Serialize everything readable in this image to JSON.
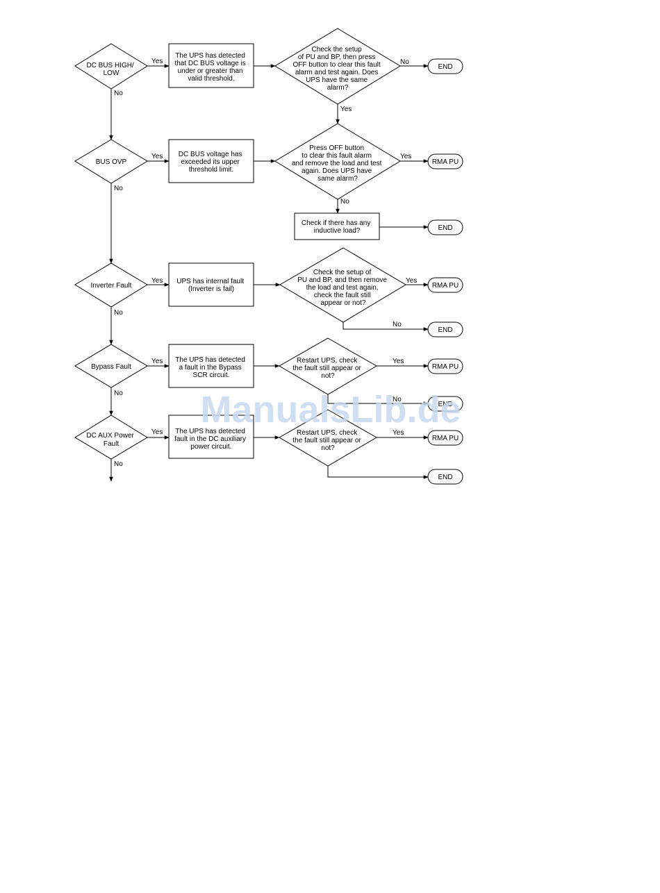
{
  "flowchart": {
    "diamonds": [
      {
        "id": "d1",
        "lines": [
          "DC BUS HIGH/",
          "LOW"
        ]
      },
      {
        "id": "d2",
        "lines": [
          "BUS OVP"
        ]
      },
      {
        "id": "d3",
        "lines": [
          "Inverter Fault"
        ]
      },
      {
        "id": "d4",
        "lines": [
          "Bypass Fault"
        ]
      },
      {
        "id": "d5",
        "lines": [
          "DC AUX Power",
          "Fault"
        ]
      },
      {
        "id": "q1",
        "lines": [
          "Check the setup",
          "of PU and BP, then press",
          "OFF button to clear this fault",
          "alarm and test again. Does",
          "UPS have the same",
          "alarm?"
        ]
      },
      {
        "id": "q2",
        "lines": [
          "Press OFF button",
          "to clear this fault alarm",
          "and remove the load and test",
          "again. Does UPS have",
          "same alarm?"
        ]
      },
      {
        "id": "q3",
        "lines": [
          "Check the setup of",
          "PU and BP, and then remove",
          "the load and test again,",
          "check the fault still",
          "appear or not?"
        ]
      },
      {
        "id": "q4",
        "lines": [
          "Restart UPS, check",
          "the fault still appear or",
          "not?"
        ]
      },
      {
        "id": "q5",
        "lines": [
          "Restart UPS, check",
          "the fault still appear or",
          "not?"
        ]
      }
    ],
    "boxes": [
      {
        "id": "b1",
        "lines": [
          "The UPS has detected",
          "that DC BUS voltage is",
          "under or greater than",
          "valid threshold."
        ]
      },
      {
        "id": "b2",
        "lines": [
          "DC BUS voltage has",
          "exceeded its upper",
          "threshold limit."
        ]
      },
      {
        "id": "b3",
        "lines": [
          "UPS has internal fault",
          "(Inverter is fail)"
        ]
      },
      {
        "id": "b4",
        "lines": [
          "The UPS has detected",
          "a fault in the Bypass",
          "SCR circuit."
        ]
      },
      {
        "id": "b5",
        "lines": [
          "The UPS has detected",
          "fault in the DC auxiliary",
          "power circuit."
        ]
      },
      {
        "id": "b6",
        "lines": [
          "Check if there has any",
          "inductive load?"
        ]
      }
    ],
    "terminals": [
      {
        "id": "t1",
        "label": "END"
      },
      {
        "id": "t2",
        "label": "RMA PU"
      },
      {
        "id": "t3",
        "label": "END"
      },
      {
        "id": "t4",
        "label": "RMA PU"
      },
      {
        "id": "t5",
        "label": "END"
      },
      {
        "id": "t6",
        "label": "RMA PU"
      },
      {
        "id": "t7",
        "label": "END"
      },
      {
        "id": "t8",
        "label": "RMA PU"
      },
      {
        "id": "t9",
        "label": "END"
      }
    ],
    "edge_labels": [
      {
        "id": "e1",
        "text": "Yes"
      },
      {
        "id": "e2",
        "text": "No"
      },
      {
        "id": "e3",
        "text": "No"
      },
      {
        "id": "e4",
        "text": "Yes"
      },
      {
        "id": "e5",
        "text": "Yes"
      },
      {
        "id": "e6",
        "text": "No"
      },
      {
        "id": "e7",
        "text": "Yes"
      },
      {
        "id": "e8",
        "text": "No"
      },
      {
        "id": "e9",
        "text": "Yes"
      },
      {
        "id": "e10",
        "text": "No"
      },
      {
        "id": "e11",
        "text": "Yes"
      },
      {
        "id": "e12",
        "text": "No"
      },
      {
        "id": "e13",
        "text": "Yes"
      },
      {
        "id": "e14",
        "text": "Yes"
      },
      {
        "id": "e15",
        "text": "No"
      },
      {
        "id": "e16",
        "text": "No"
      },
      {
        "id": "e17",
        "text": "Yes"
      },
      {
        "id": "e18",
        "text": "Yes"
      },
      {
        "id": "e19",
        "text": "No"
      }
    ]
  },
  "watermark": "ManualsLib.de"
}
